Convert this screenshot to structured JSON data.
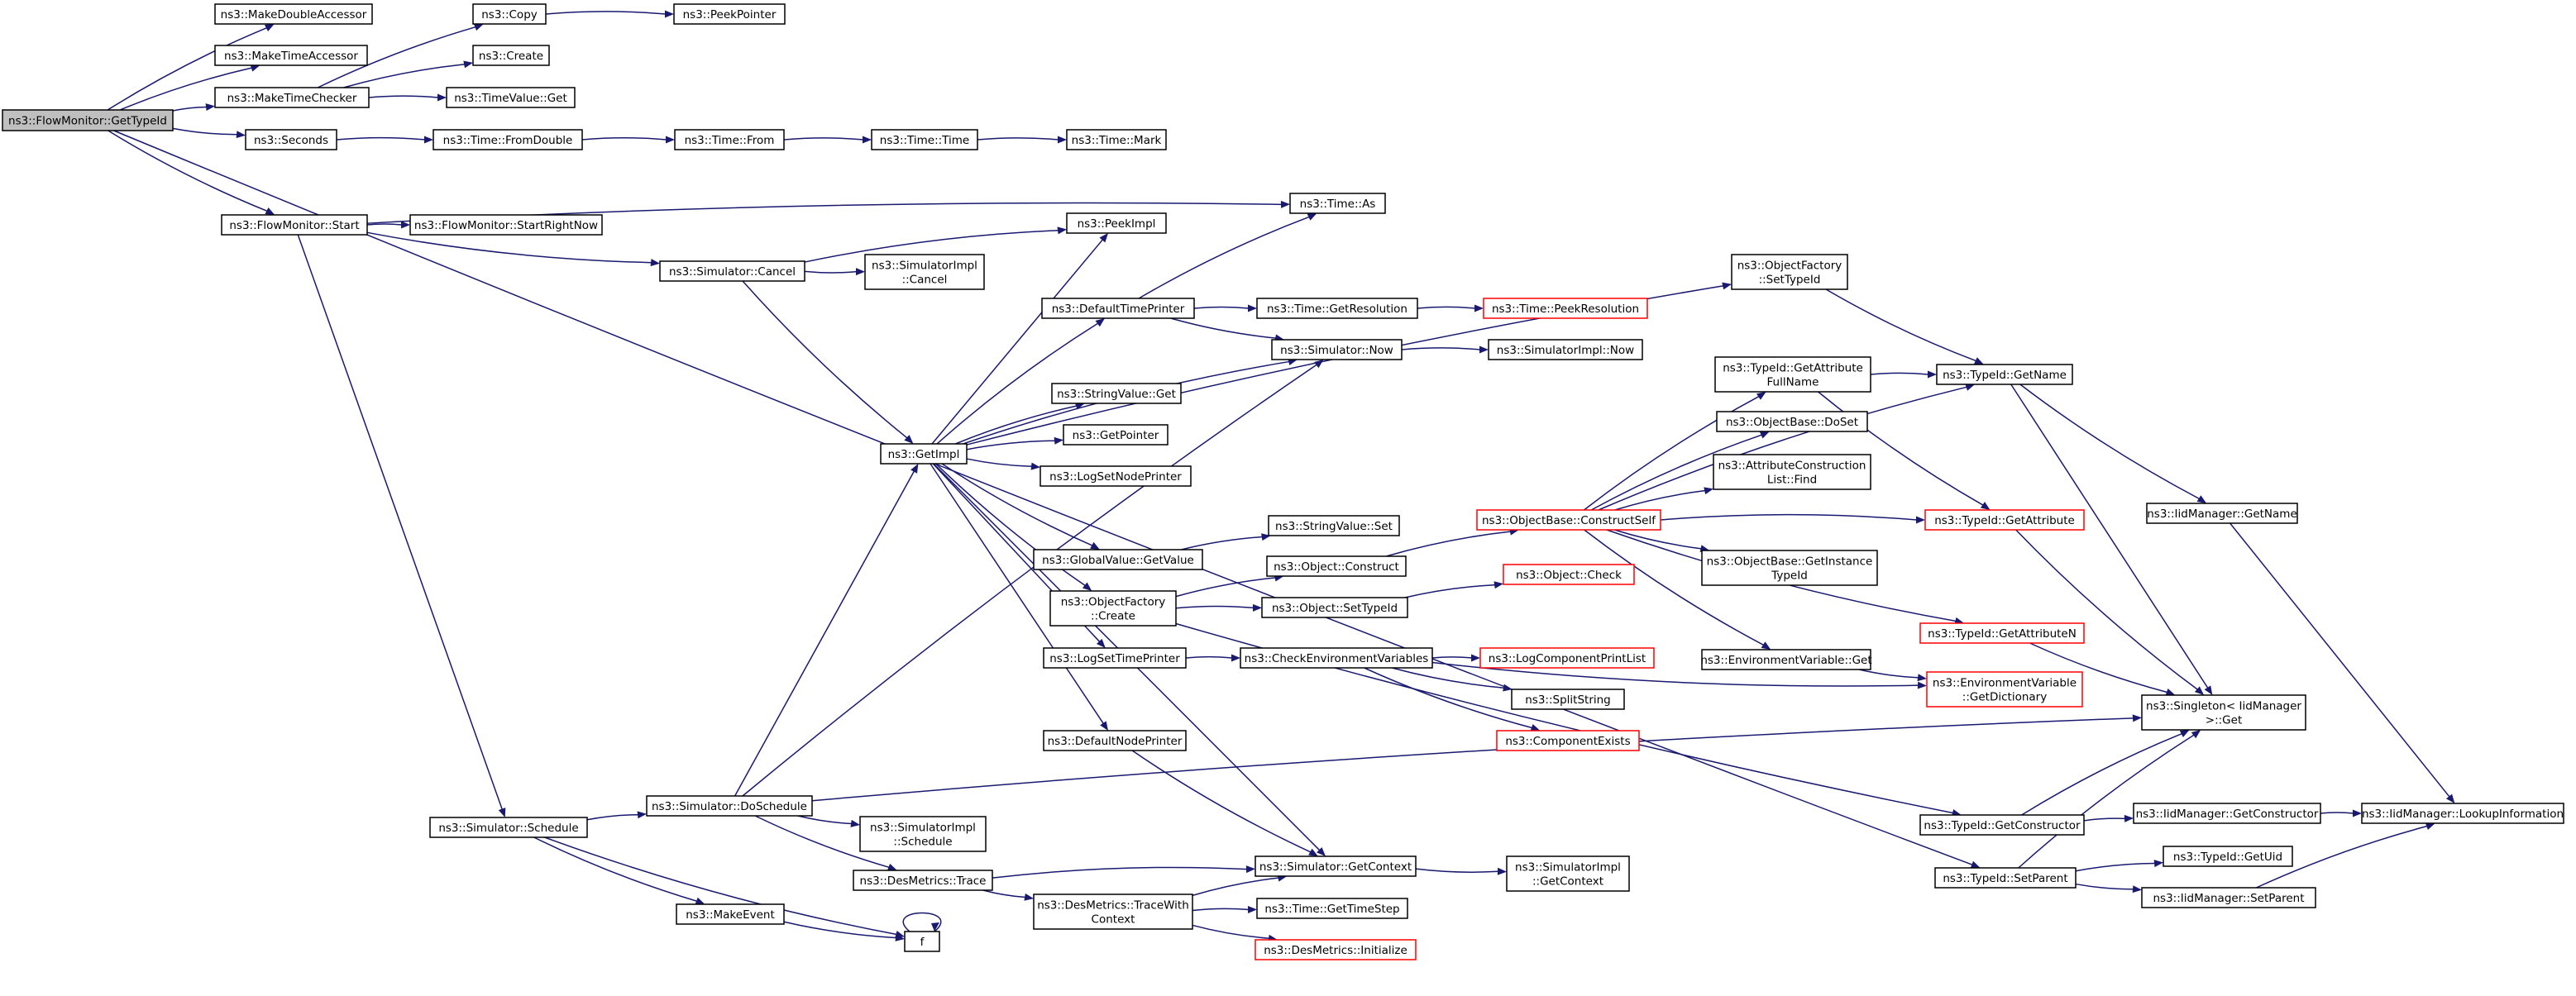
{
  "graph": {
    "colors": {
      "edge": "#191970",
      "node_border": "#000000",
      "node_border_external": "#ff0000",
      "root_fill": "#bfbfbf"
    },
    "nodes": [
      {
        "id": "root",
        "lines": [
          "ns3::FlowMonitor::GetTypeId"
        ],
        "style": "root"
      },
      {
        "id": "makeDouble",
        "lines": [
          "ns3::MakeDoubleAccessor"
        ]
      },
      {
        "id": "makeTimeAcc",
        "lines": [
          "ns3::MakeTimeAccessor"
        ]
      },
      {
        "id": "makeTimeChk",
        "lines": [
          "ns3::MakeTimeChecker"
        ]
      },
      {
        "id": "copy",
        "lines": [
          "ns3::Copy"
        ]
      },
      {
        "id": "peekPointer",
        "lines": [
          "ns3::PeekPointer"
        ]
      },
      {
        "id": "create",
        "lines": [
          "ns3::Create"
        ]
      },
      {
        "id": "timeValueGet",
        "lines": [
          "ns3::TimeValue::Get"
        ]
      },
      {
        "id": "seconds",
        "lines": [
          "ns3::Seconds"
        ]
      },
      {
        "id": "fromDouble",
        "lines": [
          "ns3::Time::FromDouble"
        ]
      },
      {
        "id": "timeFrom",
        "lines": [
          "ns3::Time::From"
        ]
      },
      {
        "id": "timeTime",
        "lines": [
          "ns3::Time::Time"
        ]
      },
      {
        "id": "timeMark",
        "lines": [
          "ns3::Time::Mark"
        ]
      },
      {
        "id": "fmStart",
        "lines": [
          "ns3::FlowMonitor::Start"
        ]
      },
      {
        "id": "fmStartRN",
        "lines": [
          "ns3::FlowMonitor::StartRightNow"
        ]
      },
      {
        "id": "timeAs",
        "lines": [
          "ns3::Time::As"
        ]
      },
      {
        "id": "peekImpl",
        "lines": [
          "ns3::PeekImpl"
        ]
      },
      {
        "id": "simCancel",
        "lines": [
          "ns3::Simulator::Cancel"
        ]
      },
      {
        "id": "siCancel",
        "lines": [
          "ns3::SimulatorImpl",
          "::Cancel"
        ]
      },
      {
        "id": "ofSetTypeId",
        "lines": [
          "ns3::ObjectFactory",
          "::SetTypeId"
        ]
      },
      {
        "id": "defTP",
        "lines": [
          "ns3::DefaultTimePrinter"
        ]
      },
      {
        "id": "getRes",
        "lines": [
          "ns3::Time::GetResolution"
        ]
      },
      {
        "id": "peekRes",
        "lines": [
          "ns3::Time::PeekResolution"
        ],
        "style": "external"
      },
      {
        "id": "simNow",
        "lines": [
          "ns3::Simulator::Now"
        ]
      },
      {
        "id": "siNow",
        "lines": [
          "ns3::SimulatorImpl::Now"
        ]
      },
      {
        "id": "tidGAFN",
        "lines": [
          "ns3::TypeId::GetAttribute",
          "FullName"
        ]
      },
      {
        "id": "tidGetName",
        "lines": [
          "ns3::TypeId::GetName"
        ]
      },
      {
        "id": "svGet",
        "lines": [
          "ns3::StringValue::Get"
        ]
      },
      {
        "id": "obDoSet",
        "lines": [
          "ns3::ObjectBase::DoSet"
        ]
      },
      {
        "id": "getImpl",
        "lines": [
          "ns3::GetImpl"
        ]
      },
      {
        "id": "getPointer",
        "lines": [
          "ns3::GetPointer"
        ]
      },
      {
        "id": "logSNP",
        "lines": [
          "ns3::LogSetNodePrinter"
        ]
      },
      {
        "id": "aclFind",
        "lines": [
          "ns3::AttributeConstruction",
          "List::Find"
        ]
      },
      {
        "id": "svSet",
        "lines": [
          "ns3::StringValue::Set"
        ]
      },
      {
        "id": "obCS",
        "lines": [
          "ns3::ObjectBase::ConstructSelf"
        ],
        "style": "external"
      },
      {
        "id": "tidGetAttr",
        "lines": [
          "ns3::TypeId::GetAttribute"
        ],
        "style": "external"
      },
      {
        "id": "iidGetName",
        "lines": [
          "ns3::IidManager::GetName"
        ]
      },
      {
        "id": "gvGetValue",
        "lines": [
          "ns3::GlobalValue::GetValue"
        ]
      },
      {
        "id": "objConstruct",
        "lines": [
          "ns3::Object::Construct"
        ]
      },
      {
        "id": "obGIT",
        "lines": [
          "ns3::ObjectBase::GetInstance",
          "TypeId"
        ]
      },
      {
        "id": "objCheck",
        "lines": [
          "ns3::Object::Check"
        ],
        "style": "external"
      },
      {
        "id": "ofCreate",
        "lines": [
          "ns3::ObjectFactory",
          "::Create"
        ]
      },
      {
        "id": "objSetTypeId",
        "lines": [
          "ns3::Object::SetTypeId"
        ]
      },
      {
        "id": "tidGetAttrN",
        "lines": [
          "ns3::TypeId::GetAttributeN"
        ],
        "style": "external"
      },
      {
        "id": "logSTP",
        "lines": [
          "ns3::LogSetTimePrinter"
        ]
      },
      {
        "id": "cev",
        "lines": [
          "ns3::CheckEnvironmentVariables"
        ]
      },
      {
        "id": "lcpl",
        "lines": [
          "ns3::LogComponentPrintList"
        ],
        "style": "external"
      },
      {
        "id": "envGet",
        "lines": [
          "ns3::EnvironmentVariable::Get"
        ]
      },
      {
        "id": "envGD",
        "lines": [
          "ns3::EnvironmentVariable",
          "::GetDictionary"
        ],
        "style": "external"
      },
      {
        "id": "splitString",
        "lines": [
          "ns3::SplitString"
        ]
      },
      {
        "id": "singleton",
        "lines": [
          "ns3::Singleton< IidManager",
          " >::Get"
        ]
      },
      {
        "id": "compExists",
        "lines": [
          "ns3::ComponentExists"
        ],
        "style": "external"
      },
      {
        "id": "defNP",
        "lines": [
          "ns3::DefaultNodePrinter"
        ]
      },
      {
        "id": "simDoSched",
        "lines": [
          "ns3::Simulator::DoSchedule"
        ]
      },
      {
        "id": "iidLookup",
        "lines": [
          "ns3::IidManager::LookupInformation"
        ]
      },
      {
        "id": "iidGetCtor",
        "lines": [
          "ns3::IidManager::GetConstructor"
        ]
      },
      {
        "id": "simSched",
        "lines": [
          "ns3::Simulator::Schedule"
        ]
      },
      {
        "id": "siSched",
        "lines": [
          "ns3::SimulatorImpl",
          "::Schedule"
        ]
      },
      {
        "id": "tidGetCtor",
        "lines": [
          "ns3::TypeId::GetConstructor"
        ]
      },
      {
        "id": "tidGetUid",
        "lines": [
          "ns3::TypeId::GetUid"
        ]
      },
      {
        "id": "desTrace",
        "lines": [
          "ns3::DesMetrics::Trace"
        ]
      },
      {
        "id": "simGetCtx",
        "lines": [
          "ns3::Simulator::GetContext"
        ]
      },
      {
        "id": "siGetCtx",
        "lines": [
          "ns3::SimulatorImpl",
          "::GetContext"
        ]
      },
      {
        "id": "tidSetParent",
        "lines": [
          "ns3::TypeId::SetParent"
        ]
      },
      {
        "id": "iidSetParent",
        "lines": [
          "ns3::IidManager::SetParent"
        ]
      },
      {
        "id": "desTWC",
        "lines": [
          "ns3::DesMetrics::TraceWith",
          "Context"
        ]
      },
      {
        "id": "timeGTS",
        "lines": [
          "ns3::Time::GetTimeStep"
        ]
      },
      {
        "id": "makeEvent",
        "lines": [
          "ns3::MakeEvent"
        ]
      },
      {
        "id": "f",
        "lines": [
          "f"
        ]
      },
      {
        "id": "desInit",
        "lines": [
          "ns3::DesMetrics::Initialize"
        ],
        "style": "external"
      }
    ],
    "edges": [
      [
        "root",
        "makeDouble"
      ],
      [
        "root",
        "makeTimeAcc"
      ],
      [
        "root",
        "makeTimeChk"
      ],
      [
        "root",
        "seconds"
      ],
      [
        "root",
        "fmStart"
      ],
      [
        "root",
        "tidSetParent"
      ],
      [
        "makeTimeChk",
        "copy"
      ],
      [
        "makeTimeChk",
        "create"
      ],
      [
        "makeTimeChk",
        "timeValueGet"
      ],
      [
        "copy",
        "peekPointer"
      ],
      [
        "seconds",
        "fromDouble"
      ],
      [
        "fromDouble",
        "timeFrom"
      ],
      [
        "timeFrom",
        "timeTime"
      ],
      [
        "timeTime",
        "timeMark"
      ],
      [
        "fmStart",
        "timeAs"
      ],
      [
        "fmStart",
        "fmStartRN"
      ],
      [
        "fmStart",
        "simCancel"
      ],
      [
        "fmStart",
        "simSched"
      ],
      [
        "simCancel",
        "peekImpl"
      ],
      [
        "simCancel",
        "siCancel"
      ],
      [
        "simCancel",
        "getImpl"
      ],
      [
        "getImpl",
        "peekImpl"
      ],
      [
        "getImpl",
        "ofSetTypeId"
      ],
      [
        "getImpl",
        "defTP"
      ],
      [
        "getImpl",
        "simNow"
      ],
      [
        "getImpl",
        "svGet"
      ],
      [
        "getImpl",
        "getPointer"
      ],
      [
        "getImpl",
        "logSNP"
      ],
      [
        "getImpl",
        "gvGetValue"
      ],
      [
        "getImpl",
        "ofCreate"
      ],
      [
        "getImpl",
        "logSTP"
      ],
      [
        "getImpl",
        "defNP"
      ],
      [
        "getImpl",
        "simGetCtx"
      ],
      [
        "defTP",
        "timeAs"
      ],
      [
        "defTP",
        "getRes"
      ],
      [
        "defTP",
        "simNow"
      ],
      [
        "getRes",
        "peekRes"
      ],
      [
        "simNow",
        "siNow"
      ],
      [
        "ofSetTypeId",
        "tidGetName"
      ],
      [
        "tidGAFN",
        "tidGetName"
      ],
      [
        "tidGAFN",
        "tidGetAttr"
      ],
      [
        "tidGetName",
        "iidGetName"
      ],
      [
        "tidGetName",
        "singleton"
      ],
      [
        "obCS",
        "tidGetName"
      ],
      [
        "obCS",
        "tidGAFN"
      ],
      [
        "obCS",
        "obDoSet"
      ],
      [
        "obCS",
        "aclFind"
      ],
      [
        "obCS",
        "tidGetAttr"
      ],
      [
        "obCS",
        "obGIT"
      ],
      [
        "obCS",
        "tidGetAttrN"
      ],
      [
        "obCS",
        "envGet"
      ],
      [
        "tidGetAttr",
        "singleton"
      ],
      [
        "iidGetName",
        "iidLookup"
      ],
      [
        "gvGetValue",
        "svSet"
      ],
      [
        "ofCreate",
        "objConstruct"
      ],
      [
        "ofCreate",
        "objSetTypeId"
      ],
      [
        "ofCreate",
        "tidGetCtor"
      ],
      [
        "objConstruct",
        "obCS"
      ],
      [
        "objSetTypeId",
        "objCheck"
      ],
      [
        "tidGetAttrN",
        "singleton"
      ],
      [
        "logSTP",
        "cev"
      ],
      [
        "cev",
        "lcpl"
      ],
      [
        "cev",
        "envGD"
      ],
      [
        "cev",
        "splitString"
      ],
      [
        "cev",
        "compExists"
      ],
      [
        "envGet",
        "envGD"
      ],
      [
        "defNP",
        "simGetCtx"
      ],
      [
        "simDoSched",
        "getImpl"
      ],
      [
        "simDoSched",
        "simNow"
      ],
      [
        "simDoSched",
        "singleton"
      ],
      [
        "simDoSched",
        "siSched"
      ],
      [
        "simDoSched",
        "desTrace"
      ],
      [
        "simSched",
        "simDoSched"
      ],
      [
        "simSched",
        "makeEvent"
      ],
      [
        "simSched",
        "f"
      ],
      [
        "tidGetCtor",
        "singleton"
      ],
      [
        "tidGetCtor",
        "iidGetCtor"
      ],
      [
        "iidGetCtor",
        "iidLookup"
      ],
      [
        "desTrace",
        "simGetCtx"
      ],
      [
        "desTrace",
        "desTWC"
      ],
      [
        "simGetCtx",
        "siGetCtx"
      ],
      [
        "tidSetParent",
        "singleton"
      ],
      [
        "tidSetParent",
        "tidGetUid"
      ],
      [
        "tidSetParent",
        "iidSetParent"
      ],
      [
        "iidSetParent",
        "iidLookup"
      ],
      [
        "desTWC",
        "simGetCtx"
      ],
      [
        "desTWC",
        "timeGTS"
      ],
      [
        "desTWC",
        "desInit"
      ],
      [
        "makeEvent",
        "f"
      ],
      [
        "f",
        "f"
      ]
    ]
  }
}
